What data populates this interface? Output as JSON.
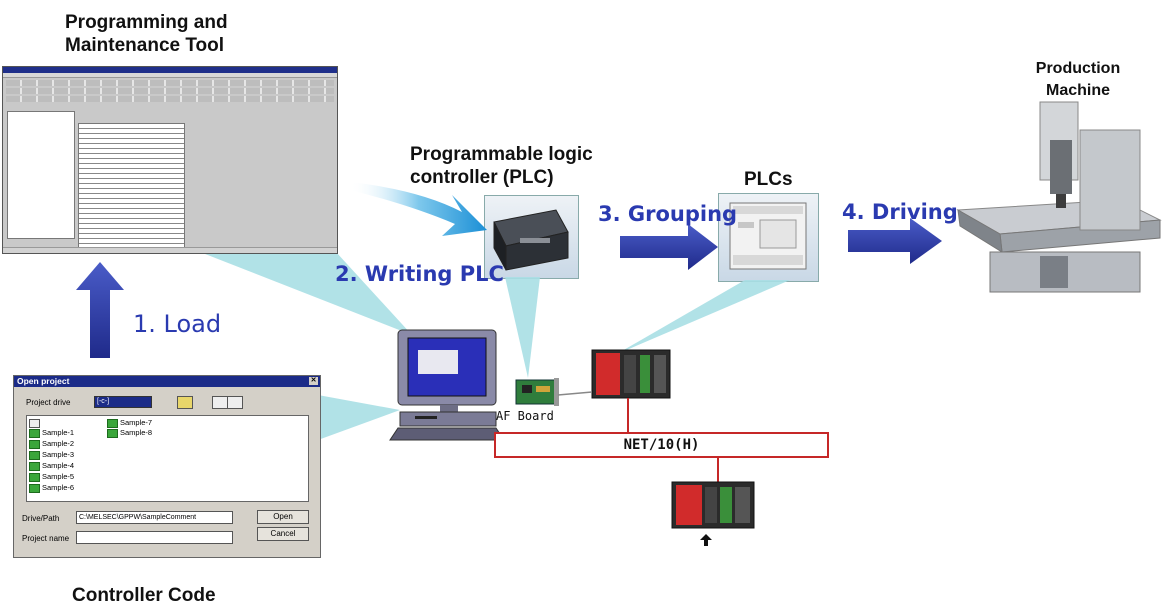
{
  "titles": {
    "tool": "Programming and Maintenance Tool",
    "plc": "Programmable logic controller (PLC)",
    "plcs": "PLCs",
    "machine": "Production Machine",
    "code": "Controller Code"
  },
  "steps": {
    "load": "1. Load",
    "writing": "2. Writing PLC",
    "grouping": "3. Grouping",
    "driving": "4. Driving"
  },
  "labels": {
    "af_board": "AF Board",
    "network": "NET/10(H)"
  },
  "dialog": {
    "title": "Open project",
    "close": "✕",
    "project_drive_label": "Project drive",
    "project_drive_value": "[-c-]",
    "projects_col1": [
      "Sample-1",
      "Sample-2",
      "Sample-3",
      "Sample-4",
      "Sample-5",
      "Sample-6"
    ],
    "projects_col2": [
      "Sample-7",
      "Sample-8"
    ],
    "drive_path_label": "Drive/Path",
    "drive_path_value": "C:\\MELSEC\\GPPW\\SampleComment",
    "project_name_label": "Project name",
    "project_name_value": "",
    "open_button": "Open",
    "cancel_button": "Cancel"
  },
  "colors": {
    "arrow_blue": "#2b3a9e",
    "callout_teal": "#a9dfe4",
    "network_red": "#c62828",
    "step_text": "#2a3ab0"
  }
}
